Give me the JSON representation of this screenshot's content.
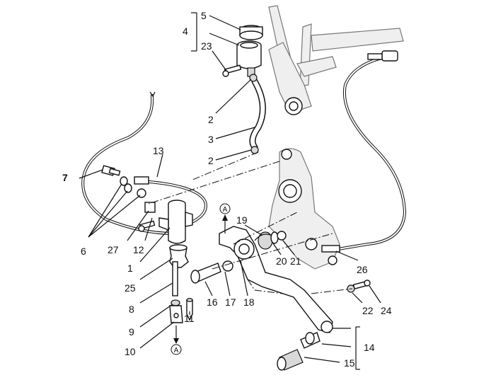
{
  "callouts": {
    "c1": "1",
    "c2a": "2",
    "c2b": "2",
    "c3": "3",
    "c4": "4",
    "c5": "5",
    "c6": "6",
    "c7": "7",
    "c8": "8",
    "c9": "9",
    "c10": "10",
    "c11": "11",
    "c12": "12",
    "c13": "13",
    "c14": "14",
    "c15": "15",
    "c16": "16",
    "c17": "17",
    "c18": "18",
    "c19": "19",
    "c20": "20",
    "c21": "21",
    "c22": "22",
    "c23": "23",
    "c24": "24",
    "c25": "25",
    "c26": "26",
    "c27": "27"
  },
  "reference_marks": {
    "top": "A",
    "bottom": "A"
  },
  "colors": {
    "line": "#111111",
    "frame_fill": "#efefef",
    "background": "#ffffff"
  }
}
